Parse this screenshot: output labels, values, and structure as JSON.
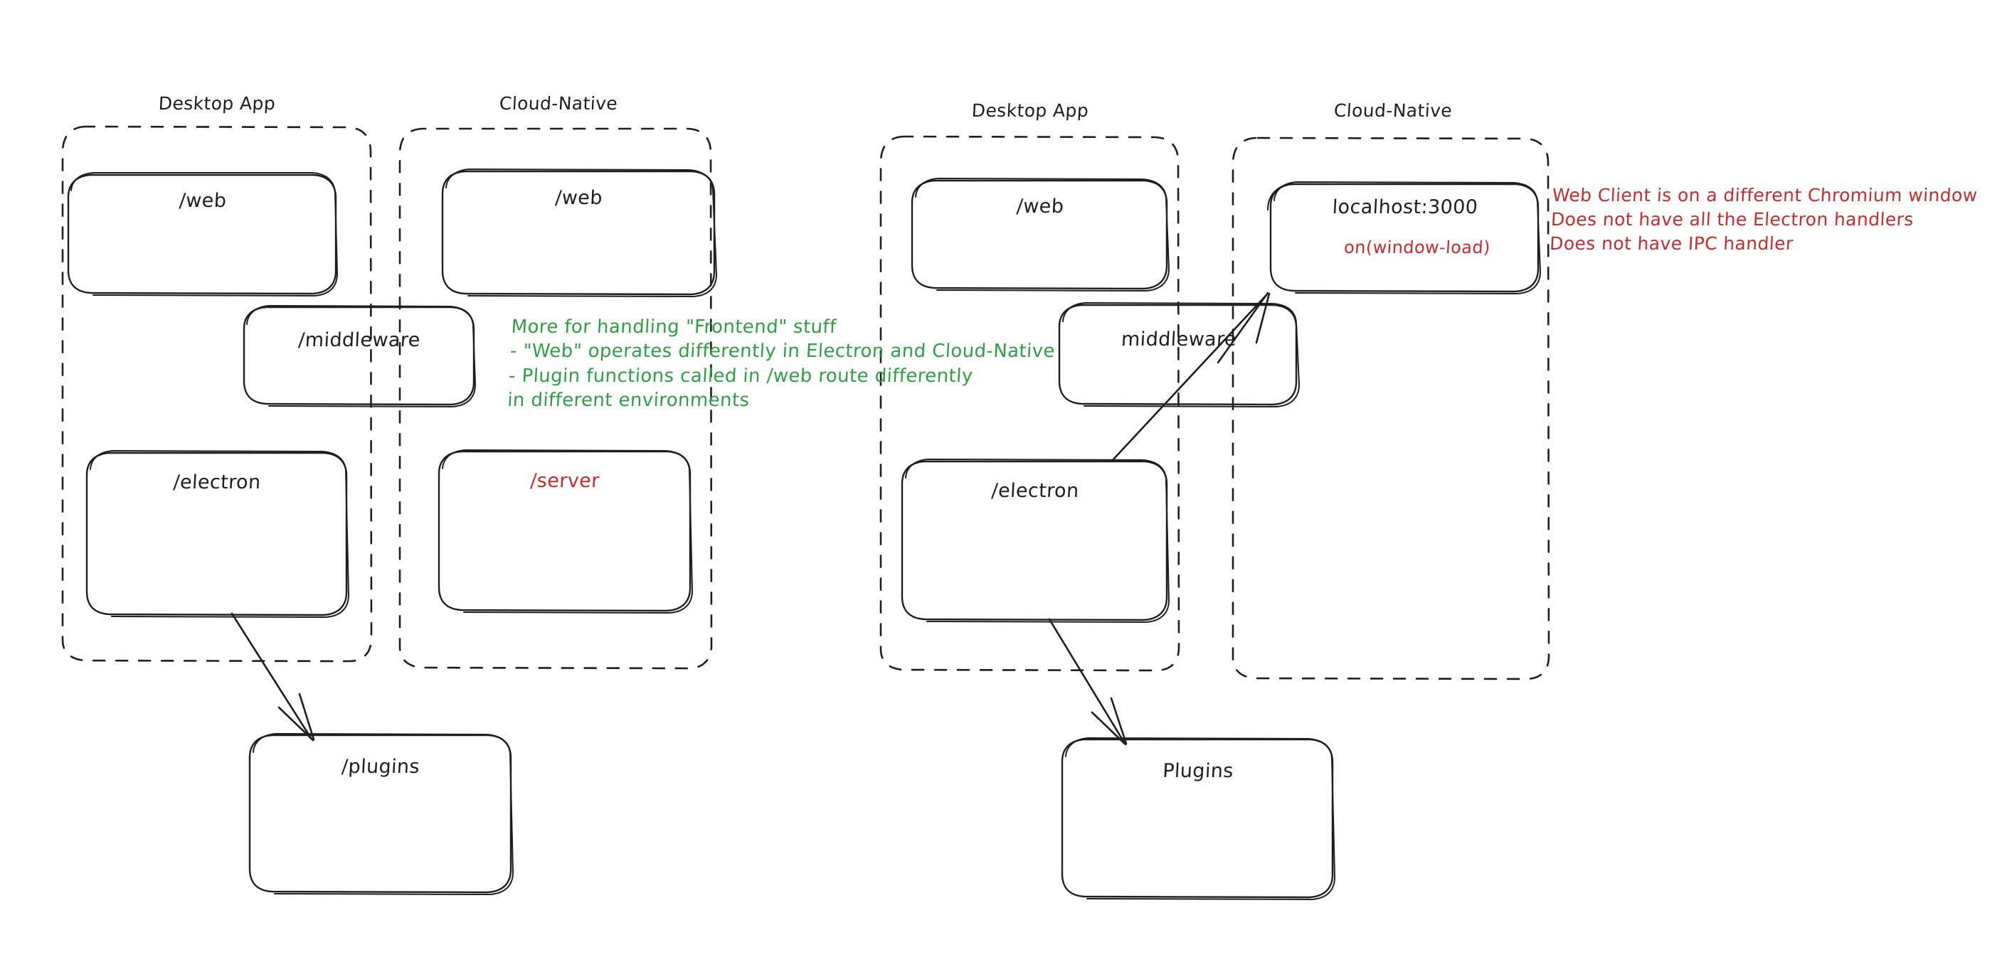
{
  "diagram": {
    "title": "Desktop App vs Cloud-Native architecture comparison",
    "background_color": "#ffffff",
    "ink_color": "#1e1e1e",
    "accent_green": "#2f9e44",
    "accent_red": "#c92a2a"
  },
  "left_diagram": {
    "groups": [
      {
        "id": "left-desktop-app",
        "title": "Desktop App"
      },
      {
        "id": "left-cloud-native",
        "title": "Cloud-Native"
      }
    ],
    "boxes": [
      {
        "id": "left-desktop-web",
        "label": "/web",
        "color": "#1e1e1e"
      },
      {
        "id": "left-cloud-web",
        "label": "/web",
        "color": "#1e1e1e"
      },
      {
        "id": "left-middleware",
        "label": "/middleware",
        "color": "#1e1e1e"
      },
      {
        "id": "left-electron",
        "label": "/electron",
        "color": "#1e1e1e"
      },
      {
        "id": "left-server",
        "label": "/server",
        "color": "#c92a2a"
      },
      {
        "id": "left-plugins",
        "label": "/plugins",
        "color": "#1e1e1e"
      }
    ],
    "note_green": "More for handling \"Frontend\" stuff\n- \"Web\" operates differently in Electron and Cloud-Native\n- Plugin functions called in /web route differently\nin different environments",
    "arrows": [
      {
        "id": "left-electron-to-plugins",
        "from": "/electron",
        "to": "/plugins"
      }
    ]
  },
  "right_diagram": {
    "groups": [
      {
        "id": "right-desktop-app",
        "title": "Desktop App"
      },
      {
        "id": "right-cloud-native",
        "title": "Cloud-Native"
      }
    ],
    "boxes": [
      {
        "id": "right-desktop-web",
        "label": "/web",
        "color": "#1e1e1e"
      },
      {
        "id": "right-localhost",
        "label": "localhost:3000",
        "sub_label": "on(window-load)",
        "color": "#1e1e1e",
        "sub_color": "#c92a2a"
      },
      {
        "id": "right-middleware",
        "label": "middleware",
        "color": "#1e1e1e"
      },
      {
        "id": "right-electron",
        "label": "/electron",
        "color": "#1e1e1e"
      },
      {
        "id": "right-plugins",
        "label": "Plugins",
        "color": "#1e1e1e"
      }
    ],
    "note_red": "Web Client is on a different Chromium window\nDoes not have all the Electron handlers\nDoes not have IPC handler",
    "arrows": [
      {
        "id": "right-electron-to-localhost",
        "from": "/electron",
        "to": "localhost:3000"
      },
      {
        "id": "right-electron-to-plugins",
        "from": "/electron",
        "to": "Plugins"
      }
    ]
  }
}
